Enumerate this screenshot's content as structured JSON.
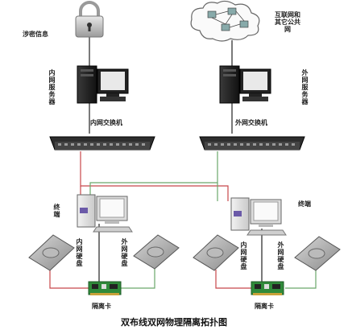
{
  "labels": {
    "secret_info": "涉密信息",
    "internet": "互联网和其它公共网",
    "inner_server": "内网服务器",
    "outer_server": "外网服务器",
    "inner_switch": "内网交换机",
    "outer_switch": "外网交换机",
    "terminal_left": "终端",
    "terminal_right": "终端",
    "left_inner_disk": "内网硬盘",
    "left_outer_disk": "外网硬盘",
    "right_inner_disk": "内网硬盘",
    "right_outer_disk": "外网硬盘",
    "isolation_card_left": "隔离卡",
    "isolation_card_right": "隔离卡"
  },
  "caption": "双布线双网物理隔离拓扑图",
  "colors": {
    "inner_line": "#c8464a",
    "outer_line": "#6aa86a",
    "black_line": "#222222"
  },
  "icons": {
    "secret": "padlock-icon",
    "internet": "cloud-network-icon",
    "server": "server-computer-icon",
    "switch": "network-switch-icon",
    "terminal": "desktop-terminal-icon",
    "disk": "hard-disk-icon",
    "card": "isolation-card-icon"
  }
}
